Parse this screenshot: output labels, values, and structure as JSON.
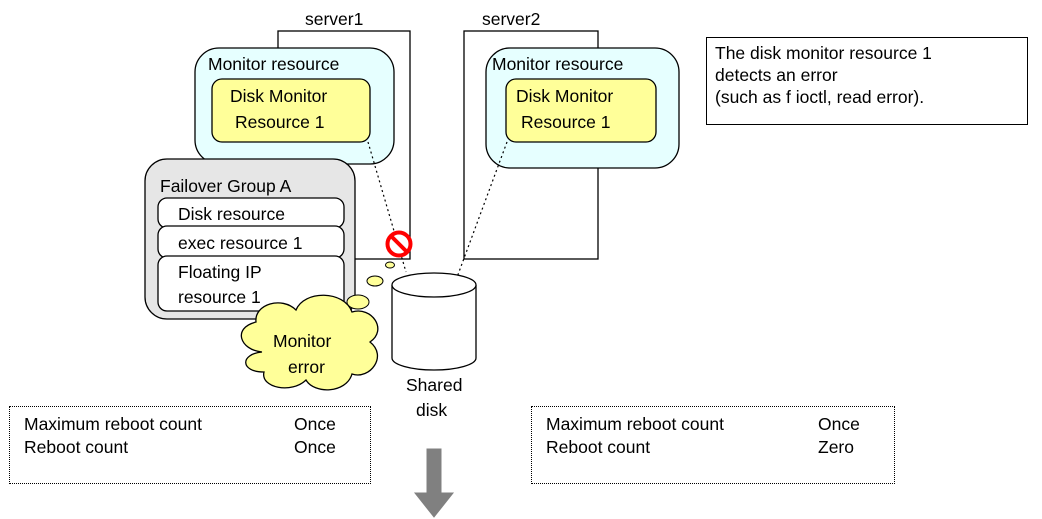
{
  "servers": {
    "server1": "server1",
    "server2": "server2"
  },
  "monitor_resource": {
    "label_1": "Monitor resource",
    "label_2": "Monitor resource",
    "disk_monitor_line1": "Disk Monitor",
    "disk_monitor_line2": "Resource 1"
  },
  "failover_group": {
    "title": "Failover Group A",
    "resources": [
      {
        "label": "Disk resource"
      },
      {
        "label": "exec resource 1"
      },
      {
        "label_line1": "Floating IP",
        "label_line2": "resource 1"
      }
    ]
  },
  "shared_disk": {
    "line1": "Shared",
    "line2": "disk"
  },
  "monitor_error": {
    "line1": "Monitor",
    "line2": "error"
  },
  "note": {
    "lines": [
      "The disk monitor resource 1",
      "detects an error",
      "(such as f ioctl, read error)."
    ]
  },
  "counters": [
    {
      "rows": [
        {
          "label": "Maximum reboot count",
          "value": "Once"
        },
        {
          "label": "Reboot count",
          "value": "Once"
        }
      ]
    },
    {
      "rows": [
        {
          "label": "Maximum reboot count",
          "value": "Once"
        },
        {
          "label": "Reboot count",
          "value": "Zero"
        }
      ]
    }
  ],
  "colors": {
    "monitor_fill": "#e6ffff",
    "disk_monitor_fill": "#ffff99",
    "group_fill": "#e6e6e6",
    "cloud_fill": "#ffff99",
    "prohibit_red": "#ff0000",
    "arrow_gray": "#808080"
  }
}
